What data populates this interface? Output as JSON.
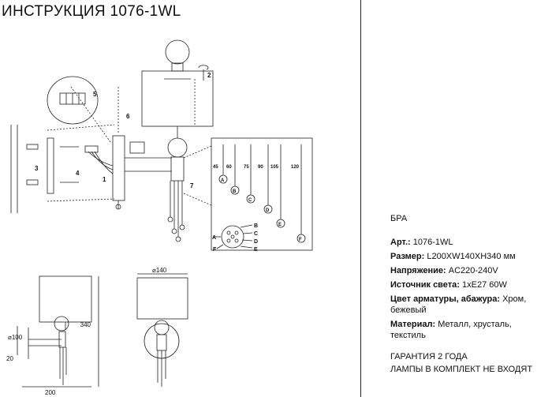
{
  "document": {
    "title": "ИНСТРУКЦИЯ 1076-1WL",
    "product_type": "БРА",
    "specs": [
      {
        "label": "Арт.:",
        "value": " 1076-1WL"
      },
      {
        "label": "Размер:",
        "value": " L200XW140XH340 мм"
      },
      {
        "label": "Напряжение:",
        "value": " AC220-240V"
      },
      {
        "label": "Источник света:",
        "value": " 1xE27 60W"
      },
      {
        "label": "Цвет арматуры, абажура:",
        "value": " Хром, бежевый"
      },
      {
        "label": "Материал:",
        "value": " Металл, хрусталь, текстиль"
      }
    ],
    "warranty": "ГАРАНТИЯ 2 ГОДА",
    "lamps_note": "ЛАМПЫ В КОМПЛЕКТ НЕ ВХОДЯТ"
  },
  "diagram": {
    "step_labels": [
      "1",
      "2",
      "3",
      "4",
      "5",
      "6",
      "7"
    ],
    "pendant_lengths": [
      "45",
      "60",
      "75",
      "90",
      "105",
      "120"
    ],
    "pendant_letters": [
      "A",
      "B",
      "C",
      "D",
      "E",
      "F"
    ],
    "ring_labels": [
      "A",
      "B",
      "C",
      "D",
      "E",
      "F"
    ],
    "dimensions": {
      "height": "340",
      "width": "200",
      "shade_diameter": "⌀140",
      "base_diameter": "⌀100",
      "offset": "20"
    }
  }
}
